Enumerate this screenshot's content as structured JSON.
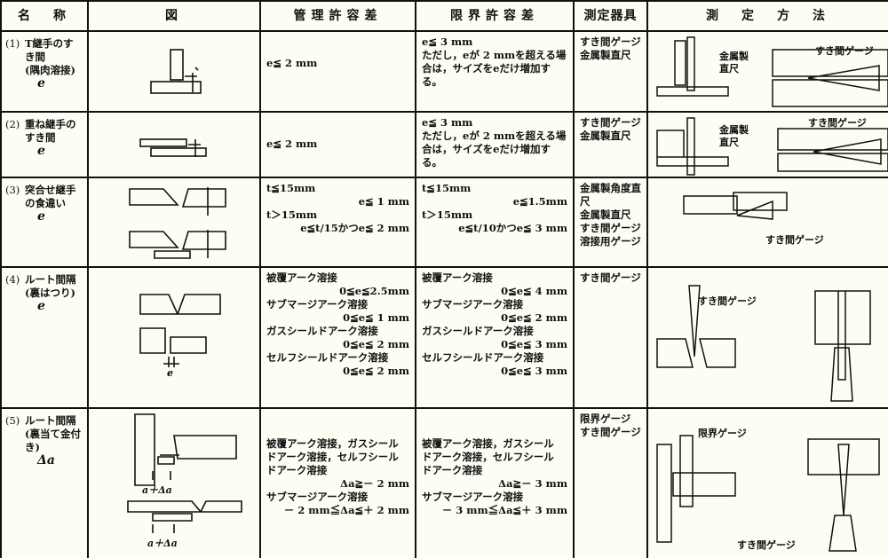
{
  "headers": [
    "名　称",
    "図",
    "管理許容差",
    "限界許容差",
    "測定器具",
    "測　定　方　法"
  ],
  "rows": [
    {
      "num": "(1)",
      "name": [
        "T継手のす",
        "き間",
        "(隅肉溶接)"
      ],
      "var": "e",
      "control": [
        "e≦ 2 mm"
      ],
      "limit": [
        "e≦ 3 mm",
        "ただし，eが 2 mmを超える場",
        "合は，サイズをeだけ増加する。"
      ],
      "tools": [
        "すき間ゲージ",
        "金属製直尺"
      ],
      "method_labels": [
        "金属製",
        "直尺",
        "すき間ゲージ"
      ]
    },
    {
      "num": "(2)",
      "name": [
        "重ね継手の",
        "すき間"
      ],
      "var": "e",
      "control": [
        "e≦ 2 mm"
      ],
      "limit": [
        "e≦ 3 mm",
        "ただし，eが 2 mmを超える場",
        "合は，サイズをeだけ増加する。"
      ],
      "tools": [
        "すき間ゲージ",
        "金属製直尺"
      ],
      "method_labels": [
        "金属製",
        "直尺",
        "すき間ゲージ"
      ]
    },
    {
      "num": "(3)",
      "name": [
        "突合せ継手",
        "の食違い"
      ],
      "var": "e",
      "control": [
        "t≦15mm",
        "e≦ 1 mm",
        "t＞15mm",
        "e≦t/15かつe≦ 2 mm"
      ],
      "limit": [
        "t≦15mm",
        "e≦1.5mm",
        "t＞15mm",
        "e≦t/10かつe≦ 3 mm"
      ],
      "tools": [
        "金属製角度直",
        "尺",
        "金属製直尺",
        "すき間ゲージ",
        "溶接用ゲージ"
      ],
      "method_labels": [
        "すき間ゲージ"
      ]
    },
    {
      "num": "(4)",
      "name": [
        "ルート間隔",
        "(裏はつり)"
      ],
      "var": "e",
      "control": [
        "被覆アーク溶接",
        "0≦e≦2.5mm",
        "サブマージアーク溶接",
        "0≦e≦ 1 mm",
        "ガスシールドアーク溶接",
        "0≦e≦ 2 mm",
        "セルフシールドアーク溶接",
        "0≦e≦ 2 mm"
      ],
      "limit": [
        "被覆アーク溶接",
        "0≦e≦ 4 mm",
        "サブマージアーク溶接",
        "0≦e≦ 2 mm",
        "ガスシールドアーク溶接",
        "0≦e≦ 3 mm",
        "セルフシールドアーク溶接",
        "0≦e≦ 3 mm"
      ],
      "tools": [
        "すき間ゲージ"
      ],
      "method_labels": [
        "すき間ゲージ"
      ]
    },
    {
      "num": "(5)",
      "name": [
        "ルート間隔",
        "(裏当て金付き)"
      ],
      "var": "Δa",
      "control": [
        "被覆アーク溶接，ガスシール",
        "ドアーク溶接，セルフシール",
        "ドアーク溶接",
        "Δa≧－ 2 mm",
        "サブマージアーク溶接",
        "－ 2 mm≦Δa≦＋ 2 mm"
      ],
      "limit": [
        "被覆アーク溶接，ガスシール",
        "ドアーク溶接，セルフシール",
        "ドアーク溶接",
        "Δa≧－ 3 mm",
        "サブマージアーク溶接",
        "－ 3 mm≦Δa≦＋ 3 mm"
      ],
      "tools": [
        "限界ゲージ",
        "すき間ゲージ"
      ],
      "method_labels": [
        "限界ゲージ",
        "すき間ゲージ"
      ],
      "figure_labels": [
        "a＋Δa",
        "a＋Δa"
      ]
    }
  ]
}
